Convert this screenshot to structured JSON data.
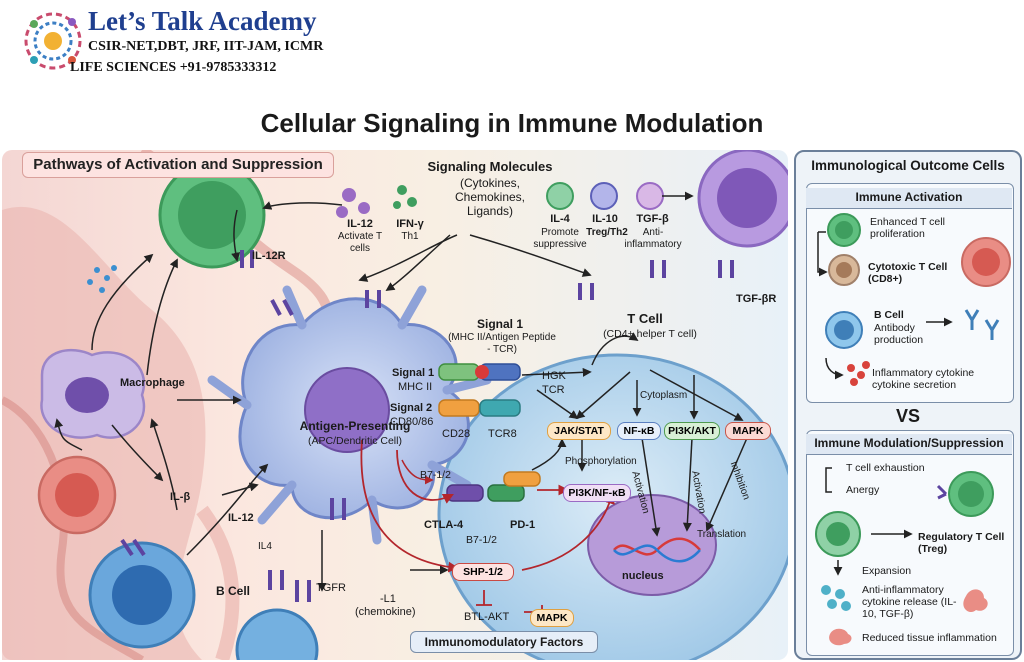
{
  "header": {
    "logo_title": "Let’s Talk Academy",
    "logo_line1": "CSIR-NET,DBT, JRF, IIT-JAM, ICMR",
    "logo_line2": "LIFE SCIENCES  +91-9785333312",
    "main_title": "Cellular Signaling in Immune Modulation"
  },
  "left_panel": {
    "section_title": "Pathways of Activation and Suppression",
    "signaling_molecules": {
      "title": "Signaling Molecules",
      "subtitle": "(Cytokines, Chemokines, Ligands)"
    },
    "il12": {
      "name": "IL-12",
      "desc": "Activate T cells"
    },
    "ifng": {
      "name": "IFN-γ",
      "desc": "Th1"
    },
    "il4": {
      "name": "IL-4",
      "desc": "Promote suppressive"
    },
    "il10": {
      "name": "IL-10",
      "desc": "Treg/Th2"
    },
    "tgfb": {
      "name": "TGF-β",
      "desc": "Anti-inflammatory"
    },
    "il12r": "IL-12R",
    "tgfbr": "TGF-βR",
    "macrophage": "Macrophage",
    "apc": {
      "title": "Antigen-Presenting",
      "subtitle": "(APC/Dendritic Cell)"
    },
    "tcell": {
      "title": "T Cell",
      "subtitle": "(CD4+ helper T cell)"
    },
    "signal1_caption": "Signal 1",
    "signal1_desc": "(MHC II/Antigen Peptide - TCR)",
    "signal1": "Signal 1",
    "mhc2": "MHC II",
    "signal2": "Signal 2",
    "cd8086": "CD80/86",
    "cd28": "CD28",
    "tcr8": "TCR8",
    "hgk": "HGK",
    "tcr": "TCR",
    "cytoplasm": "Cytoplasm",
    "jak_stat": "JAK/STAT",
    "nfkb": "NF-κB",
    "pi3k_akt": "PI3K/AKT",
    "mapk": "MAPK",
    "phosphorylation": "Phosphorylation",
    "activation1": "Activation",
    "activation2": "Activation",
    "inhibition": "Inhibition",
    "pi3k_nfkb": "PI3K/NF-κB",
    "translation": "Translation",
    "nucleus": "nucleus",
    "b7_12_top": "B7-1/2",
    "ctla4": "CTLA-4",
    "pd1": "PD-1",
    "b7_12_bottom": "B7-1/2",
    "shp12": "SHP-1/2",
    "btl_akt": "BTL-AKT",
    "mapk_bottom": "MAPK",
    "il_beta": "IL-β",
    "il12_lower": "IL-12",
    "il4_lower": "IL4",
    "bcell": "B Cell",
    "tgfr": "TGFR",
    "l1": "-L1",
    "chemokine": "(chemokine)",
    "immunomodulatory": "Immunomodulatory Factors"
  },
  "right_panel": {
    "title": "Immunological Outcome Cells",
    "activation_title": "Immune Activation",
    "enhanced": "Enhanced T cell proliferation",
    "cytotoxic": "Cytotoxic T Cell (CD8+)",
    "bcell": "B Cell",
    "antibody": "Antibody production",
    "inflammatory": "Inflammatory cytokine cytokine secretion",
    "vs": "VS",
    "suppression_title": "Immune Modulation/Suppression",
    "exhaustion": "T cell exhaustion",
    "anergy": "Anergy",
    "treg": "Regulatory T Cell (Treg)",
    "expansion": "Expansion",
    "anti_inflammatory": "Anti-inflammatory cytokine release (IL-10, TGF-β)",
    "reduced": "Reduced tissue inflammation"
  }
}
